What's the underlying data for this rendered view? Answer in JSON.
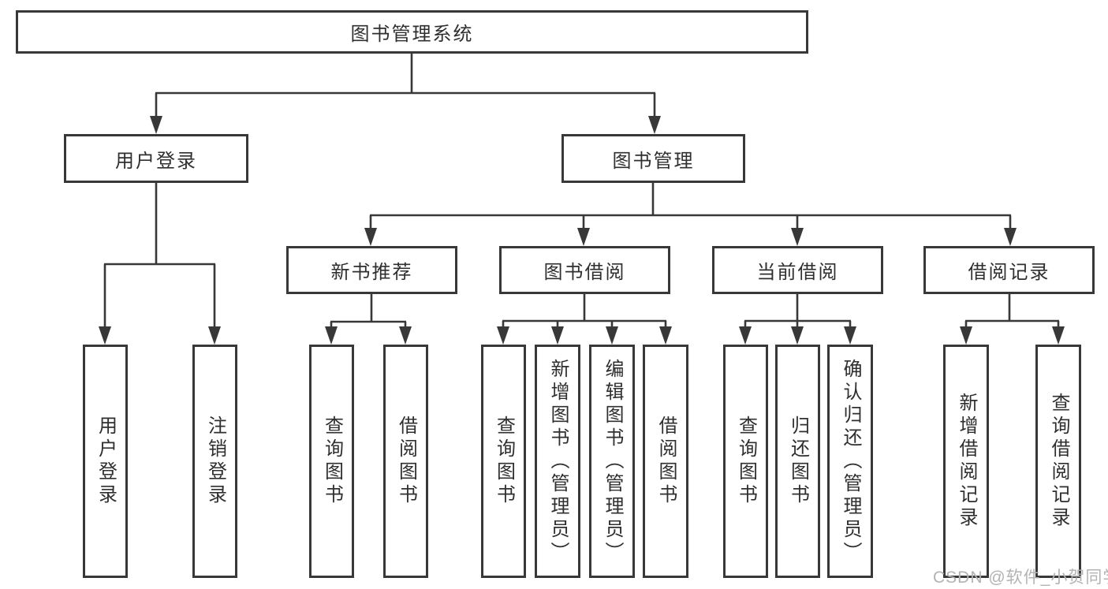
{
  "tree": {
    "root": {
      "label": "图书管理系统"
    },
    "branches": [
      {
        "label": "用户登录",
        "children": [
          {
            "label": "用户登录"
          },
          {
            "label": "注销登录"
          }
        ]
      },
      {
        "label": "图书管理",
        "children": [
          {
            "label": "新书推荐",
            "children": [
              {
                "label": "查询图书"
              },
              {
                "label": "借阅图书"
              }
            ]
          },
          {
            "label": "图书借阅",
            "children": [
              {
                "label": "查询图书"
              },
              {
                "label": "新增图书（管理员）"
              },
              {
                "label": "编辑图书（管理员）"
              },
              {
                "label": "借阅图书"
              }
            ]
          },
          {
            "label": "当前借阅",
            "children": [
              {
                "label": "查询图书"
              },
              {
                "label": "归还图书"
              },
              {
                "label": "确认归还（管理员）"
              }
            ]
          },
          {
            "label": "借阅记录",
            "children": [
              {
                "label": "新增借阅记录"
              },
              {
                "label": "查询借阅记录"
              }
            ]
          }
        ]
      }
    ]
  },
  "watermark": "CSDN @软件_小贺同学",
  "colors": {
    "line": "#383838",
    "box_border": "#383838",
    "text": "#2f2f2f",
    "watermark": "#b3b3b3",
    "background": "#ffffff"
  }
}
